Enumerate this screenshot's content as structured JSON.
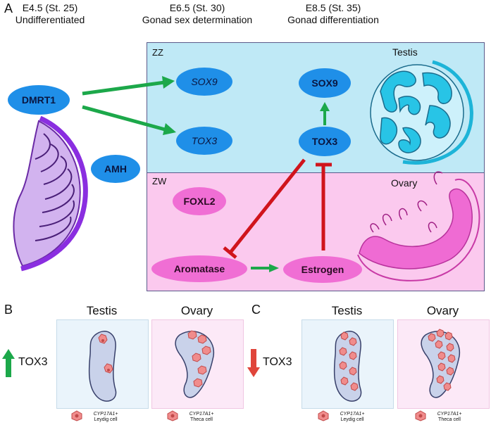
{
  "panels": {
    "a": "A",
    "b": "B",
    "c": "C"
  },
  "timeline": [
    {
      "stage": "E4.5 (St. 25)",
      "desc": "Undifferentiated"
    },
    {
      "stage": "E6.5 (St. 30)",
      "desc": "Gonad sex determination"
    },
    {
      "stage": "E8.5 (St. 35)",
      "desc": "Gonad differentiation"
    }
  ],
  "zones": {
    "zz": "ZZ",
    "zw": "ZW",
    "testis": "Testis",
    "ovary": "Ovary"
  },
  "nodes": {
    "dmrt1": "DMRT1",
    "amh": "AMH",
    "sox9_gene": "SOX9",
    "tox3_gene": "TOX3",
    "sox9_protein": "SOX9",
    "tox3_protein": "TOX3",
    "foxl2": "FOXL2",
    "aromatase": "Aromatase",
    "estrogen": "Estrogen"
  },
  "colors": {
    "blue_zone": "#bfe9f6",
    "pink_zone": "#fbc9ee",
    "blue_node": "#1f8fe8",
    "pink_node": "#f06ed4",
    "activate": "#1ca84a",
    "inhibit": "#d0141c",
    "testis": "#28c4e6",
    "ovary": "#ef6bd3",
    "cell": "#f08c8c"
  },
  "panel_b": {
    "indicator": "TOX3",
    "direction": "up",
    "col1": "Testis",
    "col2": "Ovary",
    "legend1": {
      "marker": "CYP17A1+",
      "cell": "Leydig cell"
    },
    "legend2": {
      "marker": "CYP17A1+",
      "cell": "Theca cell"
    }
  },
  "panel_c": {
    "indicator": "TOX3",
    "direction": "down",
    "col1": "Testis",
    "col2": "Ovary",
    "legend1": {
      "marker": "CYP17A1+",
      "cell": "Leydig cell"
    },
    "legend2": {
      "marker": "CYP17A1+",
      "cell": "Theca cell"
    }
  }
}
